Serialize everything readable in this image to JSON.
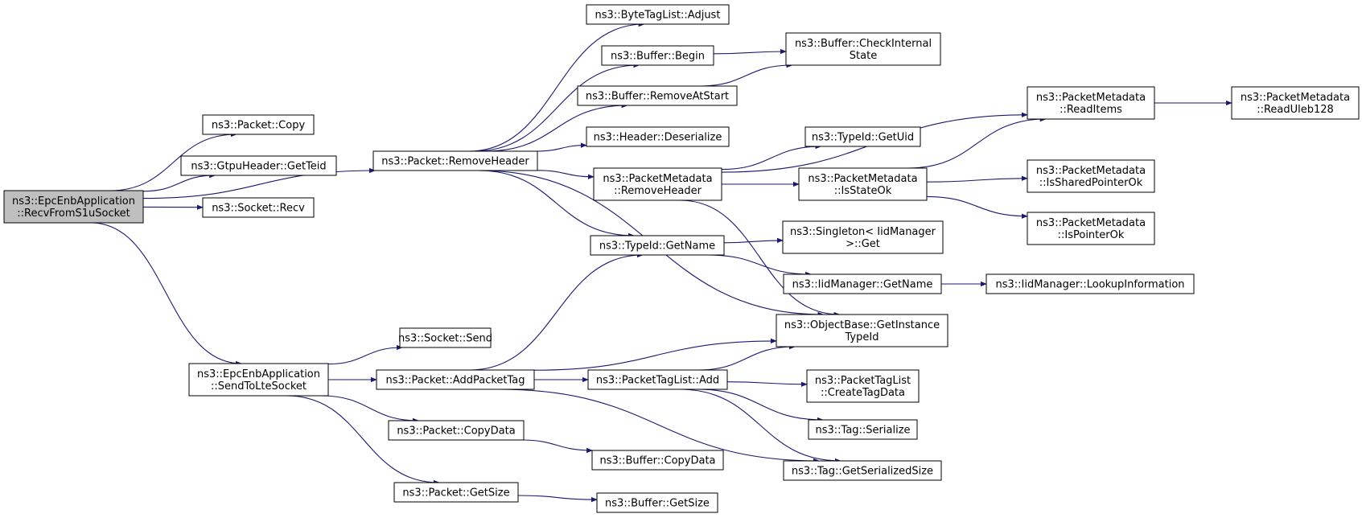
{
  "colors": {
    "edge": "#191970",
    "node_border": "#000000",
    "root_fill": "#bfbfbf",
    "node_fill": "#ffffff"
  },
  "nodes": [
    {
      "id": "root",
      "lines": [
        "ns3::EpcEnbApplication",
        "::RecvFromS1uSocket"
      ],
      "root": true
    },
    {
      "id": "pkt_copy",
      "lines": [
        "ns3::Packet::Copy"
      ]
    },
    {
      "id": "gtpu_getteid",
      "lines": [
        "ns3::GtpuHeader::GetTeid"
      ]
    },
    {
      "id": "socket_recv",
      "lines": [
        "ns3::Socket::Recv"
      ]
    },
    {
      "id": "pkt_removeheader",
      "lines": [
        "ns3::Packet::RemoveHeader"
      ]
    },
    {
      "id": "sendtolte",
      "lines": [
        "ns3::EpcEnbApplication",
        "::SendToLteSocket"
      ]
    },
    {
      "id": "btl_adjust",
      "lines": [
        "ns3::ByteTagList::Adjust"
      ]
    },
    {
      "id": "buf_begin",
      "lines": [
        "ns3::Buffer::Begin"
      ]
    },
    {
      "id": "buf_removeatstart",
      "lines": [
        "ns3::Buffer::RemoveAtStart"
      ]
    },
    {
      "id": "hdr_deserialize",
      "lines": [
        "ns3::Header::Deserialize"
      ]
    },
    {
      "id": "pm_removeheader",
      "lines": [
        "ns3::PacketMetadata",
        "::RemoveHeader"
      ]
    },
    {
      "id": "typeid_getname",
      "lines": [
        "ns3::TypeId::GetName"
      ]
    },
    {
      "id": "buf_checkinternal",
      "lines": [
        "ns3::Buffer::CheckInternal",
        "State"
      ]
    },
    {
      "id": "typeid_getuid",
      "lines": [
        "ns3::TypeId::GetUid"
      ]
    },
    {
      "id": "pm_isstateok",
      "lines": [
        "ns3::PacketMetadata",
        "::IsStateOk"
      ]
    },
    {
      "id": "singleton_get",
      "lines": [
        "ns3::Singleton< IidManager",
        ">::Get"
      ]
    },
    {
      "id": "iid_getname",
      "lines": [
        "ns3::IidManager::GetName"
      ]
    },
    {
      "id": "ob_getinstancetypeid",
      "lines": [
        "ns3::ObjectBase::GetInstance",
        "TypeId"
      ]
    },
    {
      "id": "pm_readitems",
      "lines": [
        "ns3::PacketMetadata",
        "::ReadItems"
      ]
    },
    {
      "id": "pm_issharedpointerok",
      "lines": [
        "ns3::PacketMetadata",
        "::IsSharedPointerOk"
      ]
    },
    {
      "id": "pm_ispointerok",
      "lines": [
        "ns3::PacketMetadata",
        "::IsPointerOk"
      ]
    },
    {
      "id": "pm_readuleb128",
      "lines": [
        "ns3::PacketMetadata",
        "::ReadUleb128"
      ]
    },
    {
      "id": "iid_lookupinformation",
      "lines": [
        "ns3::IidManager::LookupInformation"
      ]
    },
    {
      "id": "socket_send",
      "lines": [
        "ns3::Socket::Send"
      ]
    },
    {
      "id": "pkt_addpackettag",
      "lines": [
        "ns3::Packet::AddPacketTag"
      ]
    },
    {
      "id": "pkt_copydata",
      "lines": [
        "ns3::Packet::CopyData"
      ]
    },
    {
      "id": "pkt_getsize",
      "lines": [
        "ns3::Packet::GetSize"
      ]
    },
    {
      "id": "ptl_add",
      "lines": [
        "ns3::PacketTagList::Add"
      ]
    },
    {
      "id": "buf_copydata",
      "lines": [
        "ns3::Buffer::CopyData"
      ]
    },
    {
      "id": "buf_getsize",
      "lines": [
        "ns3::Buffer::GetSize"
      ]
    },
    {
      "id": "ptl_createtagdata",
      "lines": [
        "ns3::PacketTagList",
        "::CreateTagData"
      ]
    },
    {
      "id": "tag_serialize",
      "lines": [
        "ns3::Tag::Serialize"
      ]
    },
    {
      "id": "tag_getserializedsize",
      "lines": [
        "ns3::Tag::GetSerializedSize"
      ]
    }
  ],
  "edges": [
    [
      "root",
      "pkt_copy"
    ],
    [
      "root",
      "gtpu_getteid"
    ],
    [
      "root",
      "socket_recv"
    ],
    [
      "root",
      "pkt_removeheader"
    ],
    [
      "root",
      "sendtolte"
    ],
    [
      "pkt_removeheader",
      "btl_adjust"
    ],
    [
      "pkt_removeheader",
      "buf_begin"
    ],
    [
      "pkt_removeheader",
      "buf_removeatstart"
    ],
    [
      "pkt_removeheader",
      "hdr_deserialize"
    ],
    [
      "pkt_removeheader",
      "pm_removeheader"
    ],
    [
      "pkt_removeheader",
      "typeid_getname"
    ],
    [
      "pkt_removeheader",
      "ob_getinstancetypeid"
    ],
    [
      "buf_begin",
      "buf_checkinternal"
    ],
    [
      "buf_removeatstart",
      "buf_checkinternal"
    ],
    [
      "pm_removeheader",
      "pm_readitems"
    ],
    [
      "pm_removeheader",
      "typeid_getuid"
    ],
    [
      "pm_removeheader",
      "pm_isstateok"
    ],
    [
      "pm_removeheader",
      "ob_getinstancetypeid"
    ],
    [
      "pm_isstateok",
      "pm_readitems"
    ],
    [
      "pm_isstateok",
      "pm_issharedpointerok"
    ],
    [
      "pm_isstateok",
      "pm_ispointerok"
    ],
    [
      "pm_readitems",
      "pm_readuleb128"
    ],
    [
      "typeid_getname",
      "singleton_get"
    ],
    [
      "typeid_getname",
      "iid_getname"
    ],
    [
      "iid_getname",
      "iid_lookupinformation"
    ],
    [
      "sendtolte",
      "socket_send"
    ],
    [
      "sendtolte",
      "pkt_addpackettag"
    ],
    [
      "sendtolte",
      "pkt_copydata"
    ],
    [
      "sendtolte",
      "pkt_getsize"
    ],
    [
      "pkt_addpackettag",
      "typeid_getname"
    ],
    [
      "pkt_addpackettag",
      "ob_getinstancetypeid"
    ],
    [
      "pkt_addpackettag",
      "ptl_add"
    ],
    [
      "pkt_addpackettag",
      "tag_getserializedsize"
    ],
    [
      "ptl_add",
      "ob_getinstancetypeid"
    ],
    [
      "ptl_add",
      "ptl_createtagdata"
    ],
    [
      "ptl_add",
      "tag_serialize"
    ],
    [
      "ptl_add",
      "tag_getserializedsize"
    ],
    [
      "pkt_copydata",
      "buf_copydata"
    ],
    [
      "pkt_getsize",
      "buf_getsize"
    ]
  ]
}
